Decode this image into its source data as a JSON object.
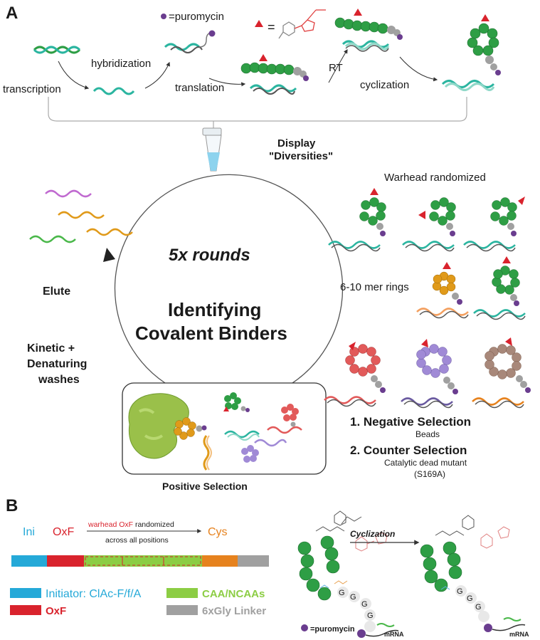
{
  "panel_a": {
    "label": "A",
    "legend_puromycin": "=puromycin",
    "legend_warhead_eq": "=",
    "steps": {
      "transcription": "transcription",
      "hybridization": "hybridization",
      "translation": "translation",
      "rt": "RT",
      "cyclization": "cyclization"
    },
    "display_line1": "Display",
    "display_line2": "\"Diversities\"",
    "cycle_rounds": "5x rounds",
    "cycle_title_line1": "Identifying",
    "cycle_title_line2": "Covalent Binders",
    "elute": "Elute",
    "washes_line1": "Kinetic +",
    "washes_line2": "Denaturing",
    "washes_line3": "washes",
    "positive_selection": "Positive Selection",
    "warhead_randomized": "Warhead  randomized",
    "ring_sizes": "6-10 mer rings",
    "negative_selection": "1. Negative Selection",
    "negative_detail": "Beads",
    "counter_selection": "2. Counter Selection",
    "counter_detail_line1": "Catalytic dead mutant",
    "counter_detail_line2": "(S169A)"
  },
  "panel_b": {
    "label": "B",
    "seq_ini": "Ini",
    "seq_oxf": "OxF",
    "seq_cys": "Cys",
    "arrow_line1_red": "warhead OxF",
    "arrow_line1_rest": " randomized",
    "arrow_line2": "across all positions",
    "legend_initiator": "Initiator: ClAc-F/f/A",
    "legend_oxf": "OxF",
    "legend_caa": "CAA/NCAAs",
    "legend_linker": "6xGly Linker",
    "cyclization_label": "Cyclization",
    "puromycin_label": "=puromycin",
    "mrna_label": "mRNA",
    "mrna_label_2": "mRNA",
    "gly_letter": "G"
  },
  "colors": {
    "teal": "#2bb5a0",
    "green_bead": "#2e9e45",
    "red": "#d9232d",
    "blue": "#25a9d8",
    "orange": "#e6821e",
    "lime": "#8ccd44",
    "grey": "#a0a0a0",
    "purple": "#6a3d8f",
    "lilac": "#a08ad6",
    "salmon": "#e25a5a",
    "brown": "#a8887a",
    "gold": "#e09a1a",
    "magenta": "#c06ad0"
  }
}
